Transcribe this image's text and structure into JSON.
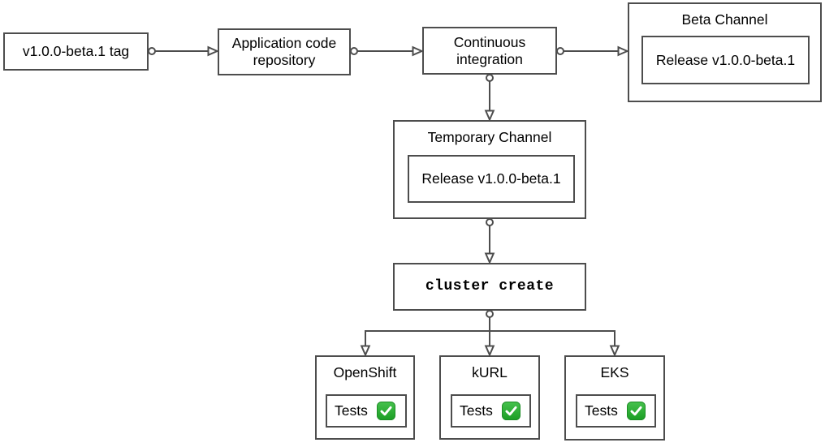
{
  "diagram": {
    "colors": {
      "stroke": "#4d4d4d",
      "box_fill": "#ffffff",
      "text": "#000000",
      "check_green": "#22a12b",
      "check_mark": "#ffffff"
    },
    "nodes": {
      "tag": {
        "label": "v1.0.0-beta.1 tag"
      },
      "repo": {
        "label": "Application code repository"
      },
      "ci": {
        "label": "Continuous integration"
      },
      "beta": {
        "title": "Beta Channel",
        "release": "Release v1.0.0-beta.1"
      },
      "temp": {
        "title": "Temporary Channel",
        "release": "Release v1.0.0-beta.1"
      },
      "cluster": {
        "label": "cluster create"
      }
    },
    "platforms": [
      {
        "title": "OpenShift",
        "tests_label": "Tests",
        "status_icon": "check-icon",
        "status": "passed"
      },
      {
        "title": "kURL",
        "tests_label": "Tests",
        "status_icon": "check-icon",
        "status": "passed"
      },
      {
        "title": "EKS",
        "tests_label": "Tests",
        "status_icon": "check-icon",
        "status": "passed"
      }
    ]
  }
}
